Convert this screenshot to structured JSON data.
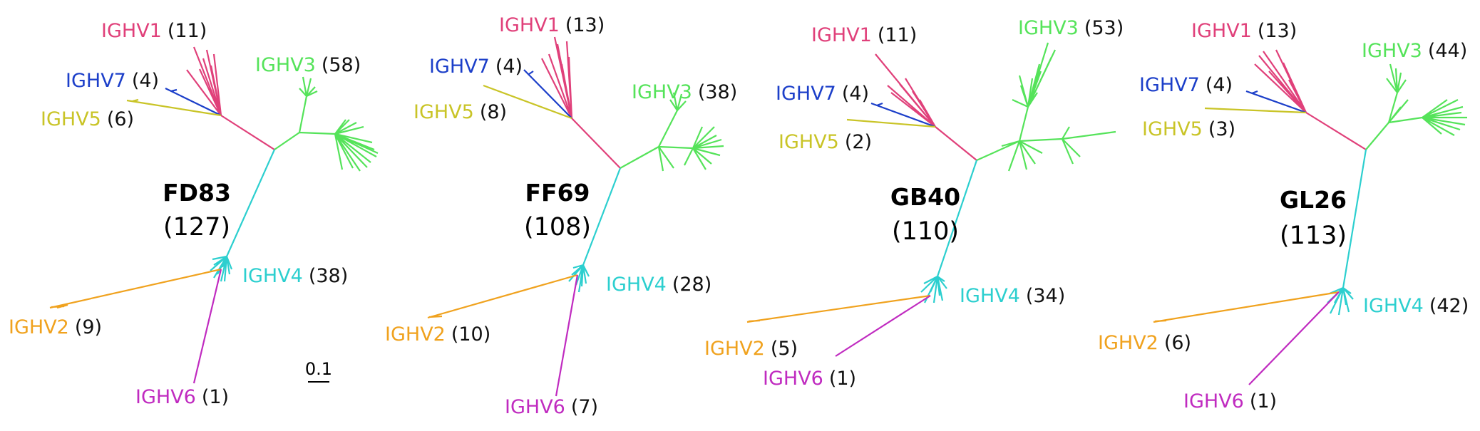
{
  "colors": {
    "IGHV1": "#e0407a",
    "IGHV3": "#55e35a",
    "IGHV4": "#2ccfcf",
    "IGHV7": "#1c3fc9",
    "IGHV5": "#c9c427",
    "IGHV2": "#f0a21e",
    "IGHV6": "#c02bc0"
  },
  "scale_label": "0.1",
  "trees": [
    {
      "name": "FD83",
      "total": "(127)",
      "genes": {
        "IGHV1": {
          "label": "IGHV1",
          "count": "(11)"
        },
        "IGHV7": {
          "label": "IGHV7",
          "count": "(4)"
        },
        "IGHV5": {
          "label": "IGHV5",
          "count": "(6)"
        },
        "IGHV3": {
          "label": "IGHV3",
          "count": "(58)"
        },
        "IGHV4": {
          "label": "IGHV4",
          "count": "(38)"
        },
        "IGHV2": {
          "label": "IGHV2",
          "count": "(9)"
        },
        "IGHV6": {
          "label": "IGHV6",
          "count": "(1)"
        }
      }
    },
    {
      "name": "FF69",
      "total": "(108)",
      "genes": {
        "IGHV1": {
          "label": "IGHV1",
          "count": "(13)"
        },
        "IGHV7": {
          "label": "IGHV7",
          "count": "(4)"
        },
        "IGHV5": {
          "label": "IGHV5",
          "count": "(8)"
        },
        "IGHV3": {
          "label": "IGHV3",
          "count": "(38)"
        },
        "IGHV4": {
          "label": "IGHV4",
          "count": "(28)"
        },
        "IGHV2": {
          "label": "IGHV2",
          "count": "(10)"
        },
        "IGHV6": {
          "label": "IGHV6",
          "count": "(7)"
        }
      }
    },
    {
      "name": "GB40",
      "total": "(110)",
      "genes": {
        "IGHV1": {
          "label": "IGHV1",
          "count": "(11)"
        },
        "IGHV7": {
          "label": "IGHV7",
          "count": "(4)"
        },
        "IGHV5": {
          "label": "IGHV5",
          "count": "(2)"
        },
        "IGHV3": {
          "label": "IGHV3",
          "count": "(53)"
        },
        "IGHV4": {
          "label": "IGHV4",
          "count": "(34)"
        },
        "IGHV2": {
          "label": "IGHV2",
          "count": "(5)"
        },
        "IGHV6": {
          "label": "IGHV6",
          "count": "(1)"
        }
      }
    },
    {
      "name": "GL26",
      "total": "(113)",
      "genes": {
        "IGHV1": {
          "label": "IGHV1",
          "count": "(13)"
        },
        "IGHV7": {
          "label": "IGHV7",
          "count": "(4)"
        },
        "IGHV5": {
          "label": "IGHV5",
          "count": "(3)"
        },
        "IGHV3": {
          "label": "IGHV3",
          "count": "(44)"
        },
        "IGHV4": {
          "label": "IGHV4",
          "count": "(42)"
        },
        "IGHV2": {
          "label": "IGHV2",
          "count": "(6)"
        },
        "IGHV6": {
          "label": "IGHV6",
          "count": "(1)"
        }
      }
    }
  ]
}
